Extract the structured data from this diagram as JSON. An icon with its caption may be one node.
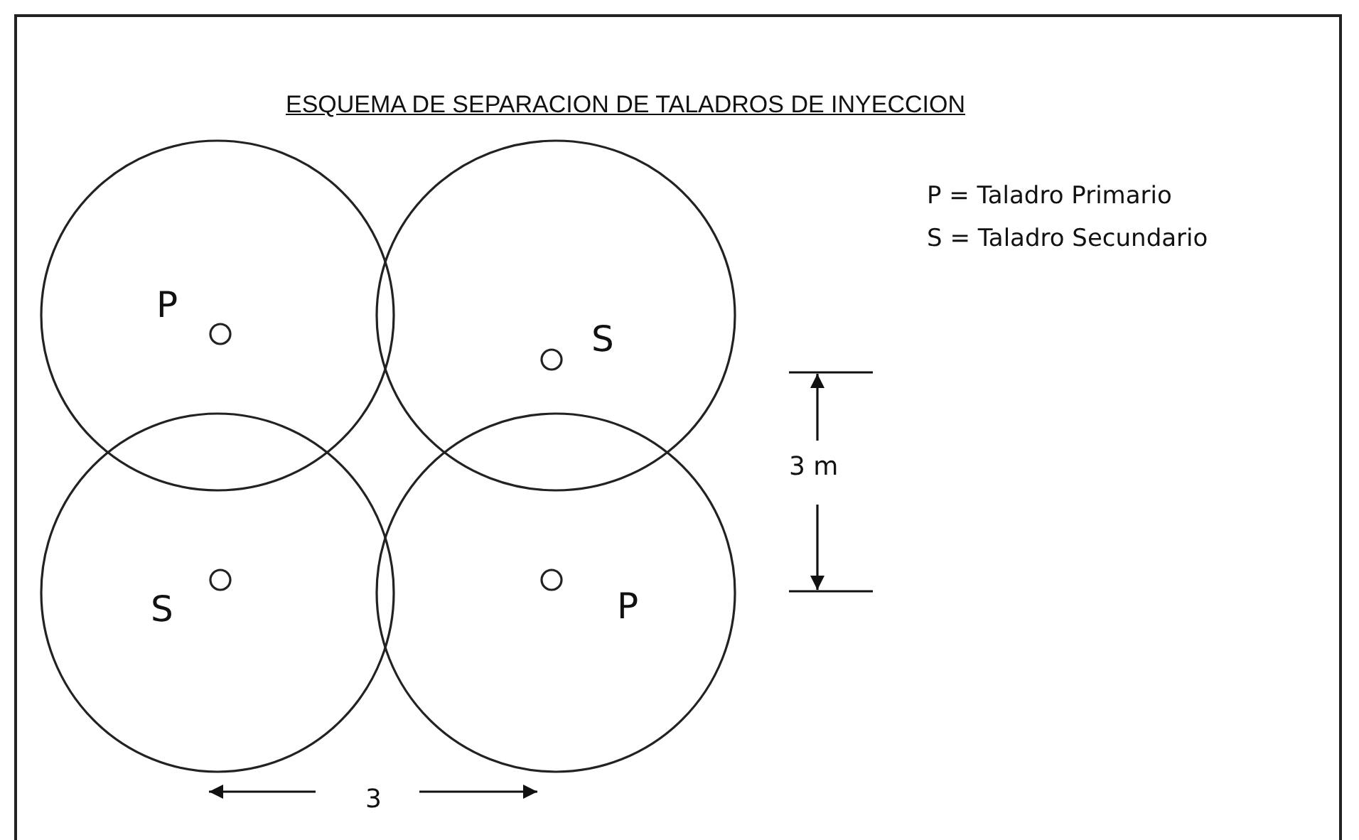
{
  "diagram": {
    "title": "ESQUEMA DE SEPARACION DE TALADROS DE INYECCION",
    "nodes": [
      {
        "text": [
          "P"
        ]
      },
      {
        "text": [
          "S"
        ]
      },
      {
        "text": [
          "S"
        ]
      },
      {
        "text": [
          "P"
        ]
      }
    ],
    "labels": [
      "P = Taladro Primario",
      "S = Taladro Secundario",
      "3 m",
      "3"
    ]
  }
}
